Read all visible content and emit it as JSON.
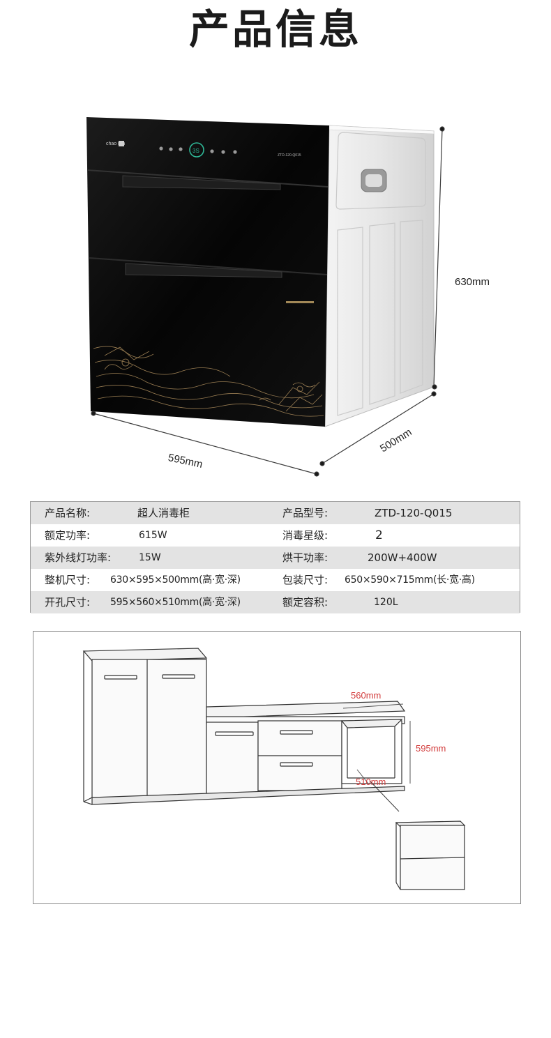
{
  "title": "产品信息",
  "product_image": {
    "brand_logo": "chao ren",
    "model_print": "ZTD-120-Q015",
    "display_text": "3S",
    "dimensions": {
      "height": "630mm",
      "width": "595mm",
      "depth": "500mm"
    }
  },
  "specs": [
    {
      "label1": "产品名称:",
      "value1": "超人消毒柜",
      "label2": "产品型号:",
      "value2": "ZTD-120-Q015"
    },
    {
      "label1": "额定功率:",
      "value1": "615W",
      "label2": "消毒星级:",
      "value2": "2"
    },
    {
      "label1": "紫外线灯功率:",
      "value1": "15W",
      "label2": "烘干功率:",
      "value2": "200W+400W"
    },
    {
      "label1": "整机尺寸:",
      "value1": "630×595×500mm(高·宽·深)",
      "label2": "包装尺寸:",
      "value2": "650×590×715mm(长·宽·高)"
    },
    {
      "label1": "开孔尺寸:",
      "value1": "595×560×510mm(高·宽·深)",
      "label2": "额定容积:",
      "value2": "120L"
    }
  ],
  "install_diagram": {
    "width_label": "560mm",
    "height_label": "595mm",
    "depth_label": "510mm"
  },
  "colors": {
    "title": "#1b1b1b",
    "row_shade": "#e3e3e3",
    "dimension_red": "#d23b3b",
    "cabinet_glass": "#060606",
    "gold_pattern": "#a8895a"
  }
}
